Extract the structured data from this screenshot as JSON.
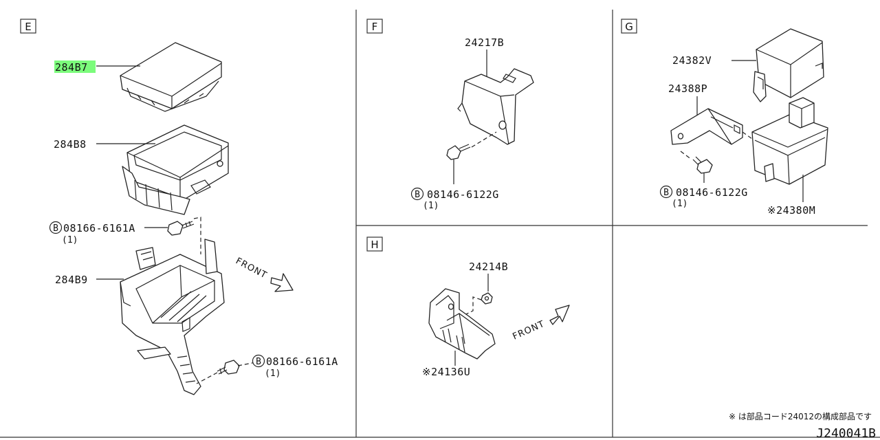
{
  "footer": {
    "note": "※ は部品コード24012の構成部品です",
    "ref_code": "J240041B"
  },
  "sections": {
    "E": {
      "label": "E",
      "parts": [
        "284B7",
        "284B8",
        "284B9"
      ],
      "bolt_top": {
        "code": "08166-6161A",
        "qty": "(1)"
      },
      "bolt_bottom": {
        "code": "08166-6161A",
        "qty": "(1)"
      },
      "front": "FRONT"
    },
    "F": {
      "label": "F",
      "part": "24217B",
      "bolt": {
        "code": "08146-6122G",
        "qty": "(1)"
      }
    },
    "G": {
      "label": "G",
      "cover": "24382V",
      "bracket": "24388P",
      "bolt": {
        "code": "08146-6122G",
        "qty": "(1)"
      },
      "box": "※24380M"
    },
    "H": {
      "label": "H",
      "nut": "24214B",
      "bracket": "※24136U",
      "front": "FRONT"
    }
  },
  "bolt_marker": "B",
  "highlight_color": "#7CFC7C"
}
